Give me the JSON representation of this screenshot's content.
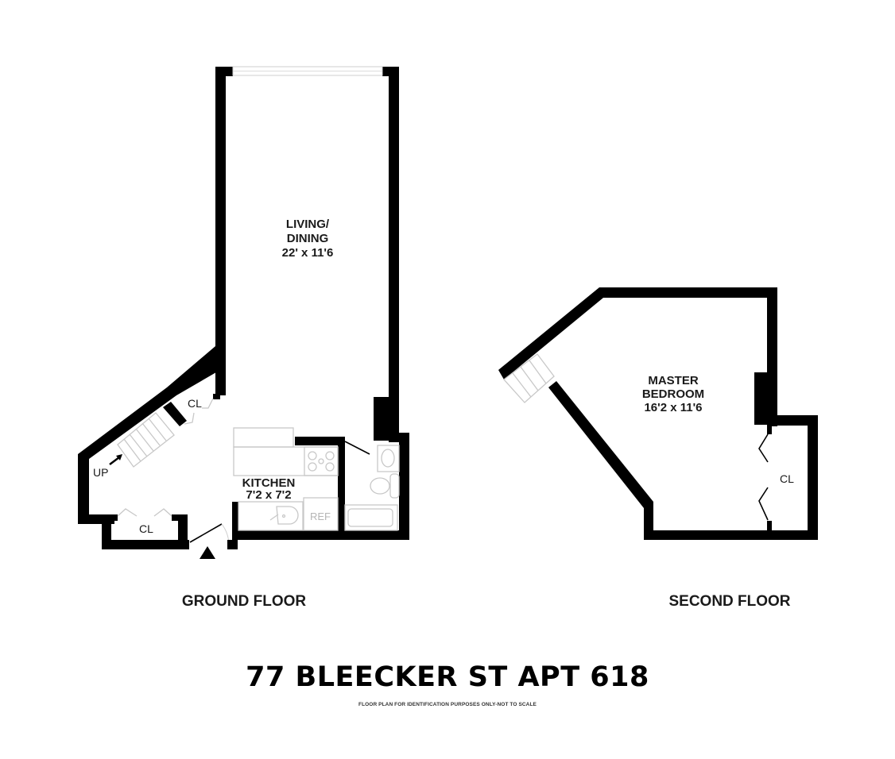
{
  "title": "77 BLEECKER ST APT 618",
  "disclaimer": "FLOOR PLAN FOR IDENTIFICATION PURPOSES ONLY-NOT TO SCALE",
  "colors": {
    "wall": "#000000",
    "fixture": "#c8c8c8",
    "background": "#ffffff"
  },
  "ground_floor": {
    "caption": "GROUND FLOOR",
    "rooms": [
      {
        "name_line1": "LIVING/",
        "name_line2": "DINING",
        "dimensions": "22' x 11'6"
      },
      {
        "name_line1": "KITCHEN",
        "dimensions": "7'2 x 7'2"
      }
    ],
    "closets": [
      "CL",
      "CL"
    ],
    "stair_label": "UP",
    "fixtures": {
      "refrigerator": "REF"
    },
    "entry_marker": "entry-triangle"
  },
  "second_floor": {
    "caption": "SECOND FLOOR",
    "rooms": [
      {
        "name_line1": "MASTER",
        "name_line2": "BEDROOM",
        "dimensions": "16'2 x 11'6"
      }
    ],
    "closets": [
      "CL"
    ]
  }
}
